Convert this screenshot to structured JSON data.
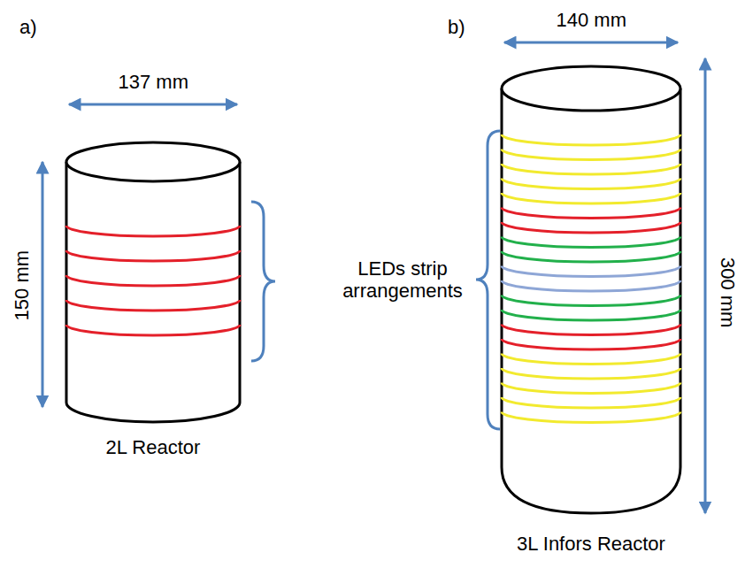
{
  "diagram": {
    "labels": [
      "a)",
      "b)",
      "137 mm",
      "140 mm",
      "150 mm",
      "LEDs strip arrangements",
      "300 mm",
      "2L Reactor",
      "3L Infors Reactor"
    ]
  }
}
